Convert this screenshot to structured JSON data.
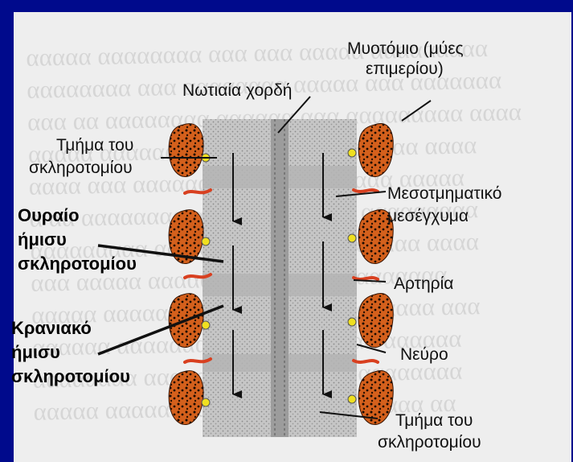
{
  "labels": {
    "myotome_l1": "Μυοτόμιο (μύες",
    "myotome_l2": "επιμερίου)",
    "notochord": "Νωτιαία χορδή",
    "sclerotome_top_l1": "Τμήμα του",
    "sclerotome_top_l2": "σκληροτομίου",
    "intersegmental_l1": "Μεσοτμηματικό",
    "intersegmental_l2": "μεσέγχυμα",
    "caudal_l1": "Ουραίο",
    "caudal_l2": "ήμισυ",
    "caudal_l3": "σκληροτομίου",
    "artery": "Αρτηρία",
    "cranial_l1": "Κρανιακό",
    "cranial_l2": "ήμισυ",
    "cranial_l3": "σκληροτομίου",
    "nerve": "Νεύρο",
    "sclerotome_bottom_l1": "Τμήμα του",
    "sclerotome_bottom_l2": "σκληροτομίου"
  },
  "colors": {
    "slide_background": "#000a8c",
    "myotome_fill": "#d4601c",
    "nerve_ganglion": "#f0e020",
    "artery": "#d84020"
  }
}
